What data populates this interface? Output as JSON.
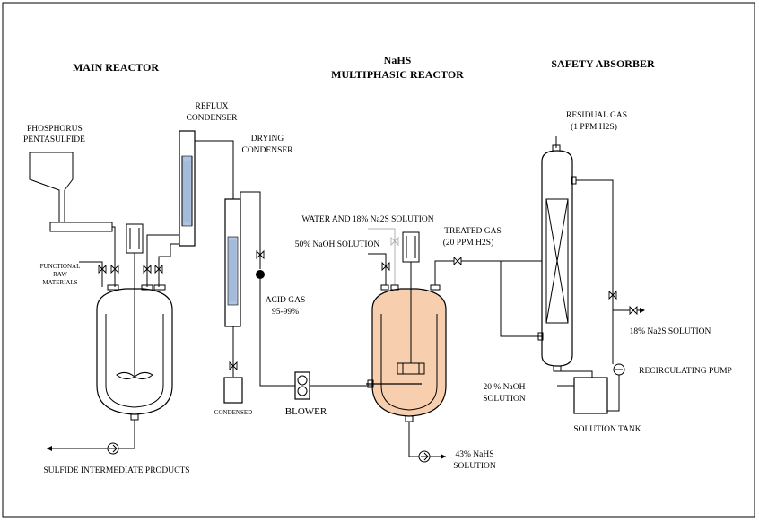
{
  "headings": {
    "main_reactor": "MAIN REACTOR",
    "nahs_line1": "NaHS",
    "nahs_line2": "MULTIPHASIC REACTOR",
    "safety_absorber": "SAFETY ABSORBER"
  },
  "labels": {
    "phosphorus_1": "PHOSPHORUS",
    "phosphorus_2": "PENTASULFIDE",
    "reflux_1": "REFLUX",
    "reflux_2": "CONDENSER",
    "drying_1": "DRYING",
    "drying_2": "CONDENSER",
    "functional_1": "FUNCTIONAL",
    "functional_2": "RAW",
    "functional_3": "MATERIALS",
    "acid_gas_1": "ACID GAS",
    "acid_gas_2": "95-99%",
    "condensed": "CONDENSED",
    "blower": "BLOWER",
    "water_solution": "WATER AND 18% Na2S SOLUTION",
    "naoh_50": "50% NaOH SOLUTION",
    "treated_gas_1": "TREATED GAS",
    "treated_gas_2": "(20 PPM H2S)",
    "residual_gas_1": "RESIDUAL   GAS",
    "residual_gas_2": "(1 PPM H2S)",
    "na2s_18": "18% Na2S SOLUTION",
    "recirculating_pump": "RECIRCULATING PUMP",
    "naoh_20_1": "20 % NaOH",
    "naoh_20_2": "SOLUTION",
    "solution_tank": "SOLUTION TANK",
    "nahs_43_1": "43% NaHS",
    "nahs_43_2": "SOLUTION",
    "sulfide_products": "SULFIDE INTERMEDIATE PRODUCTS",
    "blower_symbol": "F"
  },
  "colors": {
    "reactor_fill": "#f8cfae",
    "condenser_fill": "#aec3e0",
    "line": "#000000",
    "grey_line": "#b0b0b0"
  }
}
